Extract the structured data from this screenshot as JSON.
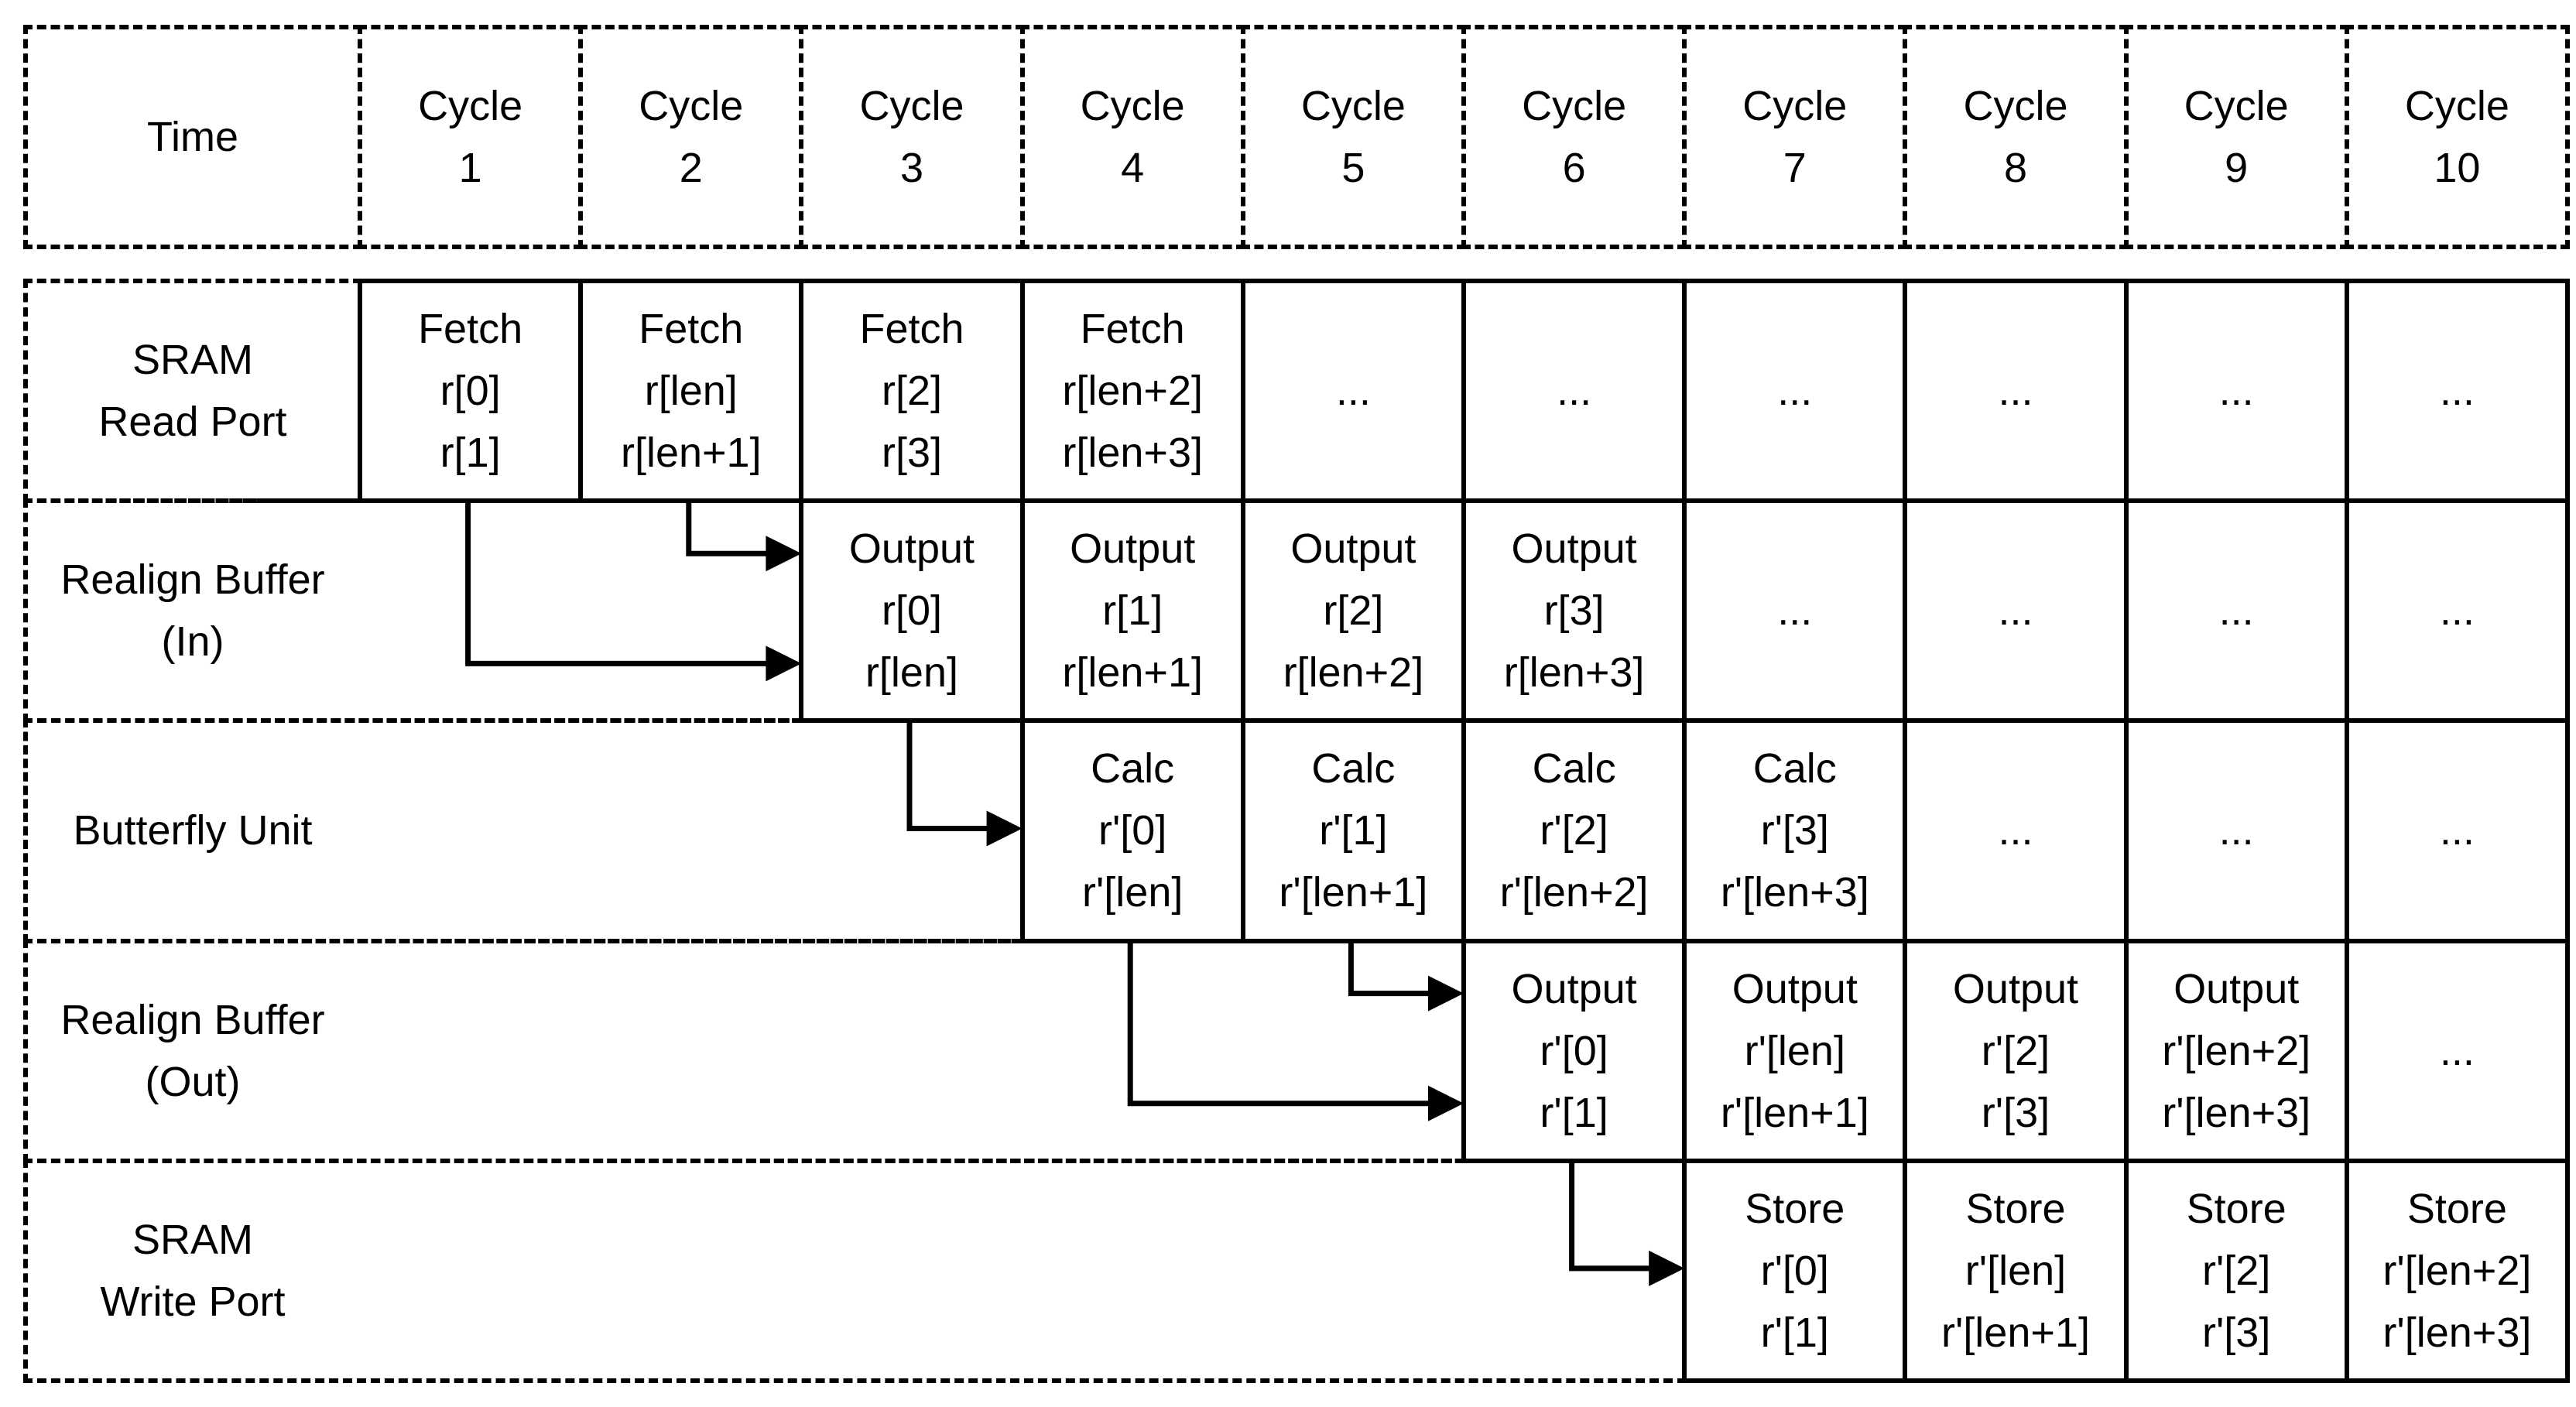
{
  "header": {
    "time_label": "Time",
    "cycle_labels": [
      "Cycle\n1",
      "Cycle\n2",
      "Cycle\n3",
      "Cycle\n4",
      "Cycle\n5",
      "Cycle\n6",
      "Cycle\n7",
      "Cycle\n8",
      "Cycle\n9",
      "Cycle\n10"
    ]
  },
  "rows": [
    {
      "label": "SRAM\nRead Port",
      "cells": [
        {
          "cycle": 1,
          "text": "Fetch\nr[0]\nr[1]"
        },
        {
          "cycle": 2,
          "text": "Fetch\nr[len]\nr[len+1]"
        },
        {
          "cycle": 3,
          "text": "Fetch\nr[2]\nr[3]"
        },
        {
          "cycle": 4,
          "text": "Fetch\nr[len+2]\nr[len+3]"
        },
        {
          "cycle": 5,
          "text": "..."
        },
        {
          "cycle": 6,
          "text": "..."
        },
        {
          "cycle": 7,
          "text": "..."
        },
        {
          "cycle": 8,
          "text": "..."
        },
        {
          "cycle": 9,
          "text": "..."
        },
        {
          "cycle": 10,
          "text": "..."
        }
      ]
    },
    {
      "label": "Realign Buffer\n(In)",
      "cells": [
        {
          "cycle": 3,
          "text": "Output\nr[0]\nr[len]"
        },
        {
          "cycle": 4,
          "text": "Output\nr[1]\nr[len+1]"
        },
        {
          "cycle": 5,
          "text": "Output\nr[2]\nr[len+2]"
        },
        {
          "cycle": 6,
          "text": "Output\nr[3]\nr[len+3]"
        },
        {
          "cycle": 7,
          "text": "..."
        },
        {
          "cycle": 8,
          "text": "..."
        },
        {
          "cycle": 9,
          "text": "..."
        },
        {
          "cycle": 10,
          "text": "..."
        }
      ]
    },
    {
      "label": "Butterfly Unit",
      "cells": [
        {
          "cycle": 4,
          "text": "Calc\nr'[0]\nr'[len]"
        },
        {
          "cycle": 5,
          "text": "Calc\nr'[1]\nr'[len+1]"
        },
        {
          "cycle": 6,
          "text": "Calc\nr'[2]\nr'[len+2]"
        },
        {
          "cycle": 7,
          "text": "Calc\nr'[3]\nr'[len+3]"
        },
        {
          "cycle": 8,
          "text": "..."
        },
        {
          "cycle": 9,
          "text": "..."
        },
        {
          "cycle": 10,
          "text": "..."
        }
      ]
    },
    {
      "label": "Realign Buffer\n(Out)",
      "cells": [
        {
          "cycle": 6,
          "text": "Output\nr'[0]\nr'[1]"
        },
        {
          "cycle": 7,
          "text": "Output\nr'[len]\nr'[len+1]"
        },
        {
          "cycle": 8,
          "text": "Output\nr'[2]\nr'[3]"
        },
        {
          "cycle": 9,
          "text": "Output\nr'[len+2]\nr'[len+3]"
        },
        {
          "cycle": 10,
          "text": "..."
        }
      ]
    },
    {
      "label": "SRAM\nWrite Port",
      "cells": [
        {
          "cycle": 7,
          "text": "Store\nr'[0]\nr'[1]"
        },
        {
          "cycle": 8,
          "text": "Store\nr'[len]\nr'[len+1]"
        },
        {
          "cycle": 9,
          "text": "Store\nr'[2]\nr'[3]"
        },
        {
          "cycle": 10,
          "text": "Store\nr'[len+2]\nr'[len+3]"
        }
      ]
    }
  ],
  "arrows": [
    {
      "from_row": 0,
      "from_cycle": 1,
      "to_row": 1,
      "to_cycle": 3,
      "entry": "low"
    },
    {
      "from_row": 0,
      "from_cycle": 2,
      "to_row": 1,
      "to_cycle": 3,
      "entry": "high"
    },
    {
      "from_row": 1,
      "from_cycle": 3,
      "to_row": 2,
      "to_cycle": 4,
      "entry": "mid"
    },
    {
      "from_row": 2,
      "from_cycle": 4,
      "to_row": 3,
      "to_cycle": 6,
      "entry": "low"
    },
    {
      "from_row": 2,
      "from_cycle": 5,
      "to_row": 3,
      "to_cycle": 6,
      "entry": "high"
    },
    {
      "from_row": 3,
      "from_cycle": 6,
      "to_row": 4,
      "to_cycle": 7,
      "entry": "mid"
    }
  ],
  "colors": {
    "ink": "#000000",
    "background": "#ffffff"
  }
}
